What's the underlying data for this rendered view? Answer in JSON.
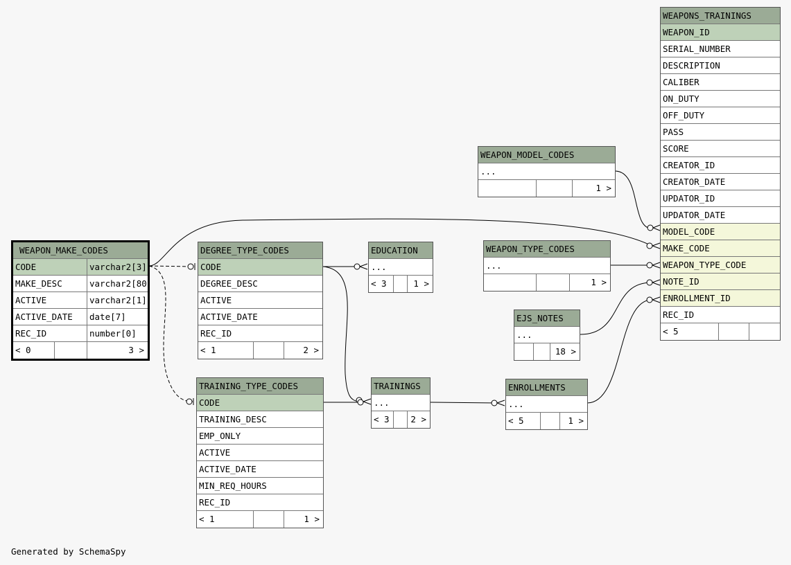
{
  "footer_text": "Generated by SchemaSpy",
  "colors": {
    "header": "#9bab96",
    "primary_key": "#bed1b8",
    "foreign_key": "#f4f7da",
    "background": "#f7f7f7"
  },
  "tables": {
    "weapons_trainings": {
      "name": "WEAPONS_TRAININGS",
      "columns": [
        "WEAPON_ID",
        "SERIAL_NUMBER",
        "DESCRIPTION",
        "CALIBER",
        "ON_DUTY",
        "OFF_DUTY",
        "PASS",
        "SCORE",
        "CREATOR_ID",
        "CREATOR_DATE",
        "UPDATOR_ID",
        "UPDATOR_DATE",
        "MODEL_CODE",
        "MAKE_CODE",
        "WEAPON_TYPE_CODE",
        "NOTE_ID",
        "ENROLLMENT_ID",
        "REC_ID"
      ],
      "footer": [
        "< 5",
        "",
        ""
      ]
    },
    "weapon_model_codes": {
      "name": "WEAPON_MODEL_CODES",
      "columns": [
        "..."
      ],
      "footer": [
        "",
        "",
        "1 >"
      ]
    },
    "weapon_type_codes": {
      "name": "WEAPON_TYPE_CODES",
      "columns": [
        "..."
      ],
      "footer": [
        "",
        "",
        "1 >"
      ]
    },
    "weapon_make_codes": {
      "name": "WEAPON_MAKE_CODES",
      "columns": [
        {
          "name": "CODE",
          "type": "varchar2[3]"
        },
        {
          "name": "MAKE_DESC",
          "type": "varchar2[80]"
        },
        {
          "name": "ACTIVE",
          "type": "varchar2[1]"
        },
        {
          "name": "ACTIVE_DATE",
          "type": "date[7]"
        },
        {
          "name": "REC_ID",
          "type": "number[0]"
        }
      ],
      "footer": [
        "< 0",
        "",
        "3 >"
      ]
    },
    "degree_type_codes": {
      "name": "DEGREE_TYPE_CODES",
      "columns": [
        "CODE",
        "DEGREE_DESC",
        "ACTIVE",
        "ACTIVE_DATE",
        "REC_ID"
      ],
      "footer": [
        "< 1",
        "",
        "2 >"
      ]
    },
    "education": {
      "name": "EDUCATION",
      "columns": [
        "..."
      ],
      "footer": [
        "< 3",
        "",
        "1 >"
      ]
    },
    "ejs_notes": {
      "name": "EJS_NOTES",
      "columns": [
        "..."
      ],
      "footer": [
        "",
        "",
        "18 >"
      ]
    },
    "training_type_codes": {
      "name": "TRAINING_TYPE_CODES",
      "columns": [
        "CODE",
        "TRAINING_DESC",
        "EMP_ONLY",
        "ACTIVE",
        "ACTIVE_DATE",
        "MIN_REQ_HOURS",
        "REC_ID"
      ],
      "footer": [
        "< 1",
        "",
        "1 >"
      ]
    },
    "trainings": {
      "name": "TRAININGS",
      "columns": [
        "..."
      ],
      "footer": [
        "< 3",
        "",
        "2 >"
      ]
    },
    "enrollments": {
      "name": "ENROLLMENTS",
      "columns": [
        "..."
      ],
      "footer": [
        "< 5",
        "",
        "1 >"
      ]
    }
  }
}
